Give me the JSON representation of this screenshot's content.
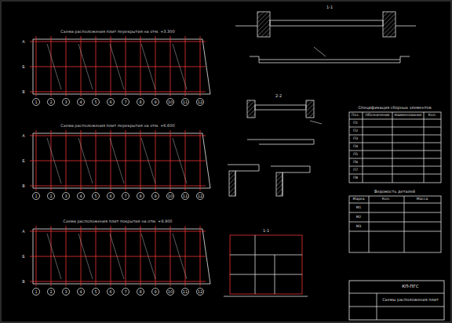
{
  "diagram": {
    "labels": [
      "Схема расположения плит перекрытия на отм. +3.300",
      "Схема расположения плит перекрытия на отм. +6.600",
      "Схема расположения плит покрытия на отм. +9.900",
      "1-1",
      "2-2",
      "1-1",
      "Спецификация сборных элементов",
      "Ведомость деталей",
      "КП-ПГС",
      "Схемы расположения плит",
      "1",
      "2",
      "3",
      "4",
      "5",
      "6",
      "7",
      "8",
      "9",
      "10",
      "11",
      "12",
      "1",
      "2",
      "3",
      "4",
      "5",
      "6",
      "7",
      "8",
      "9",
      "10",
      "11",
      "12",
      "1",
      "2",
      "3",
      "4",
      "5",
      "6",
      "7",
      "8",
      "9",
      "10",
      "11",
      "12",
      "А",
      "Б",
      "В",
      "А",
      "Б",
      "В",
      "А",
      "Б",
      "В",
      "Поз.",
      "Обозначение",
      "Наименование",
      "Кол.",
      "П1",
      "П2",
      "П3",
      "П4",
      "П5",
      "П6",
      "П7",
      "П8",
      "Марка",
      "Кол.",
      "Масса",
      "М1",
      "М2",
      "М3"
    ]
  }
}
